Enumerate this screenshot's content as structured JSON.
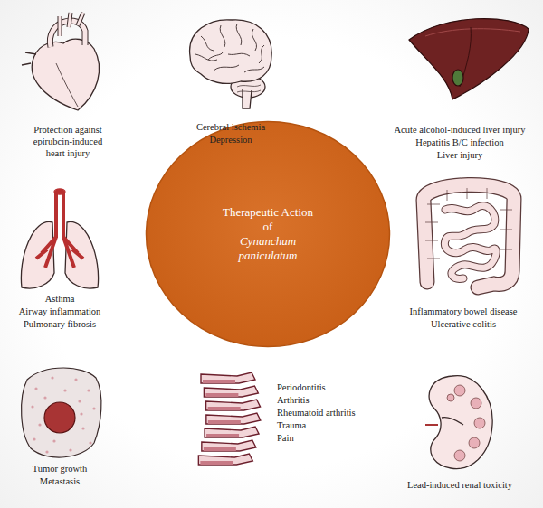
{
  "diagram": {
    "nodes": [
      {
        "text": [
          "Therapeutic Action of",
          "Cynanchum paniculatum"
        ]
      }
    ],
    "labels": [
      "Protection against epirubcin-induced heart injury",
      "Cerebral ischemia",
      "Depression",
      "Acute alcohol-induced liver injury",
      "Hepatitis B/C infection",
      "Liver injury",
      "Asthma",
      "Airway inflammation",
      "Pulmonary fibrosis",
      "Inflammatory bowel disease",
      "Ulcerative colitis",
      "Tumor growth",
      "Metastasis",
      "Periodontitis",
      "Arthritis",
      "Rheumatoid arthritis",
      "Trauma",
      "Pain",
      "Lead-induced renal toxicity"
    ]
  }
}
